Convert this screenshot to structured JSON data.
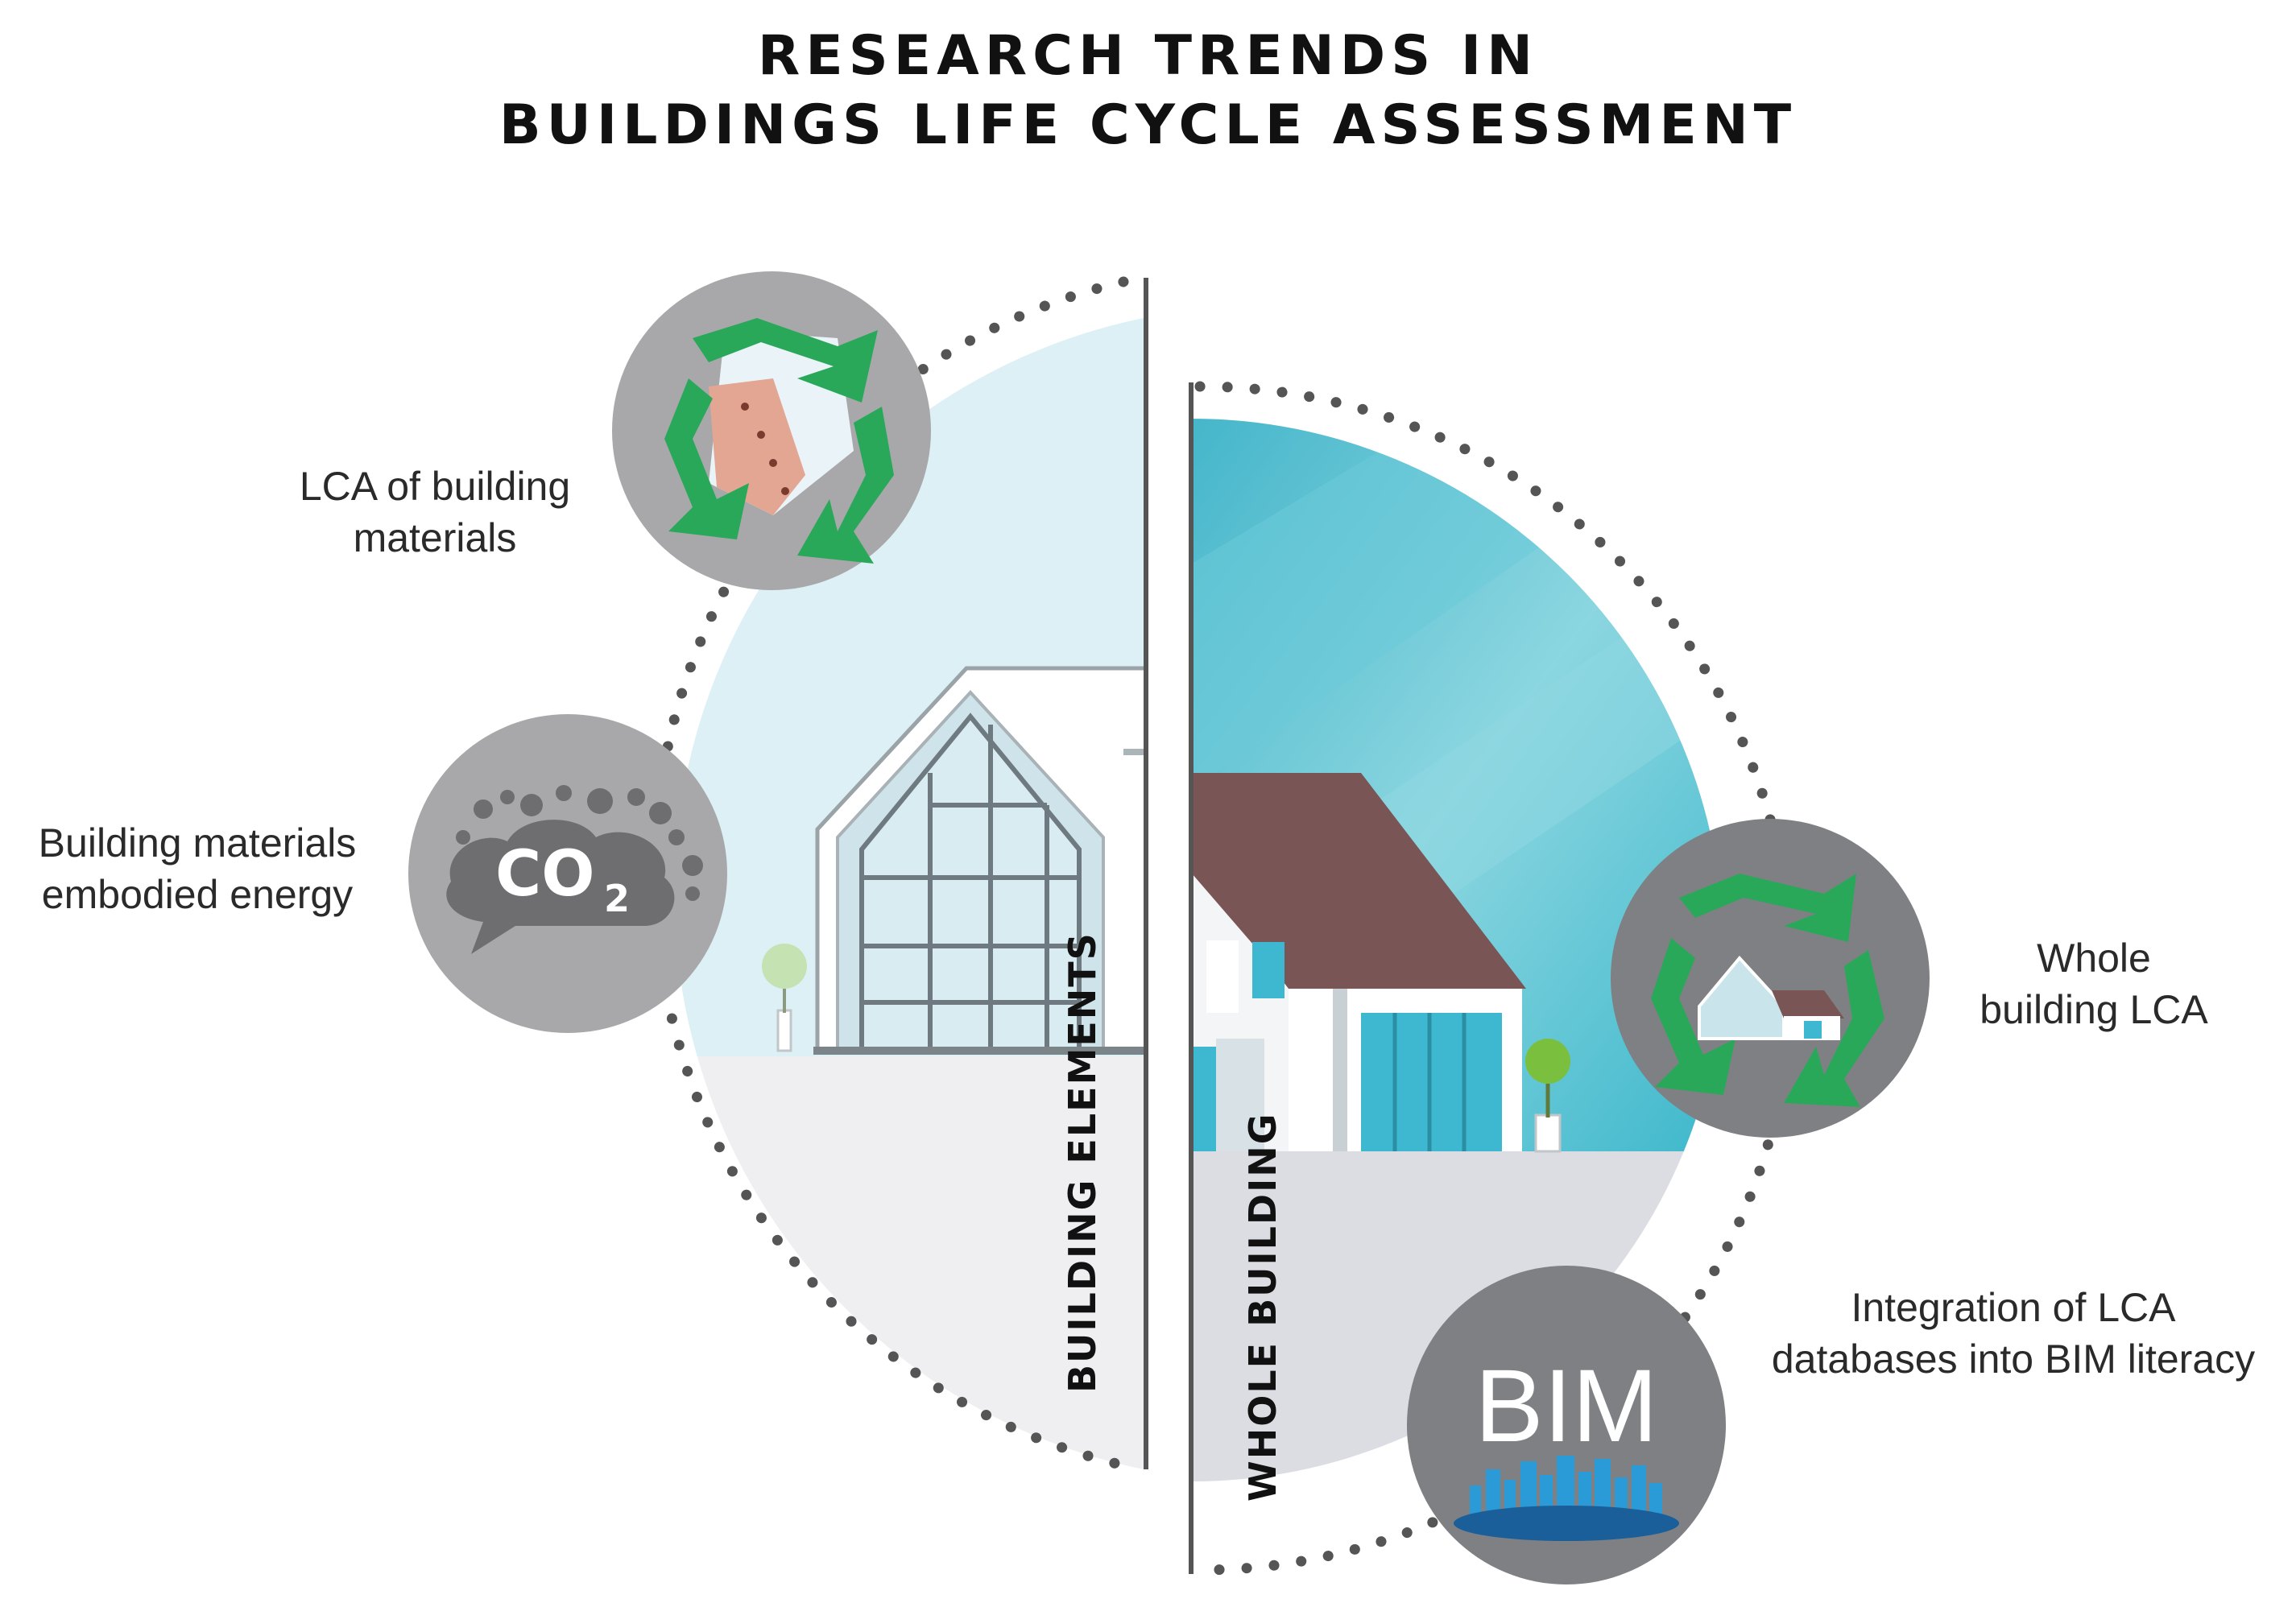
{
  "title": {
    "line1": "RESEARCH TRENDS IN",
    "line2": "BUILDINGS LIFE CYCLE ASSESSMENT"
  },
  "left_half": {
    "vertical_label": "BUILDING ELEMENTS",
    "items": [
      {
        "label_line1": "LCA of building",
        "label_line2": "materials",
        "icon": "recycle-wall-icon"
      },
      {
        "label_line1": "Building materials",
        "label_line2": "embodied energy",
        "icon": "co2-cloud-icon",
        "icon_text": "CO",
        "icon_subscript": "2"
      }
    ]
  },
  "right_half": {
    "vertical_label": "WHOLE BUILDING",
    "items": [
      {
        "label_line1": "Whole",
        "label_line2": "building LCA",
        "icon": "recycle-house-icon"
      },
      {
        "label_line1": "Integration of LCA",
        "label_line2": "databases into BIM literacy",
        "icon": "bim-city-icon",
        "icon_text": "BIM"
      }
    ]
  },
  "colors": {
    "sky_left": "#dcf0f5",
    "ground_left": "#efeff1",
    "sky_right": "#5ec4d4",
    "ground_right": "#dcdde3",
    "icon_circle": "#a8a8aa",
    "icon_circle_dark": "#7f8083",
    "recycle_green": "#2aa85a",
    "roof_brown": "#7a5556",
    "dots": "#555555",
    "divider": "#555555"
  }
}
